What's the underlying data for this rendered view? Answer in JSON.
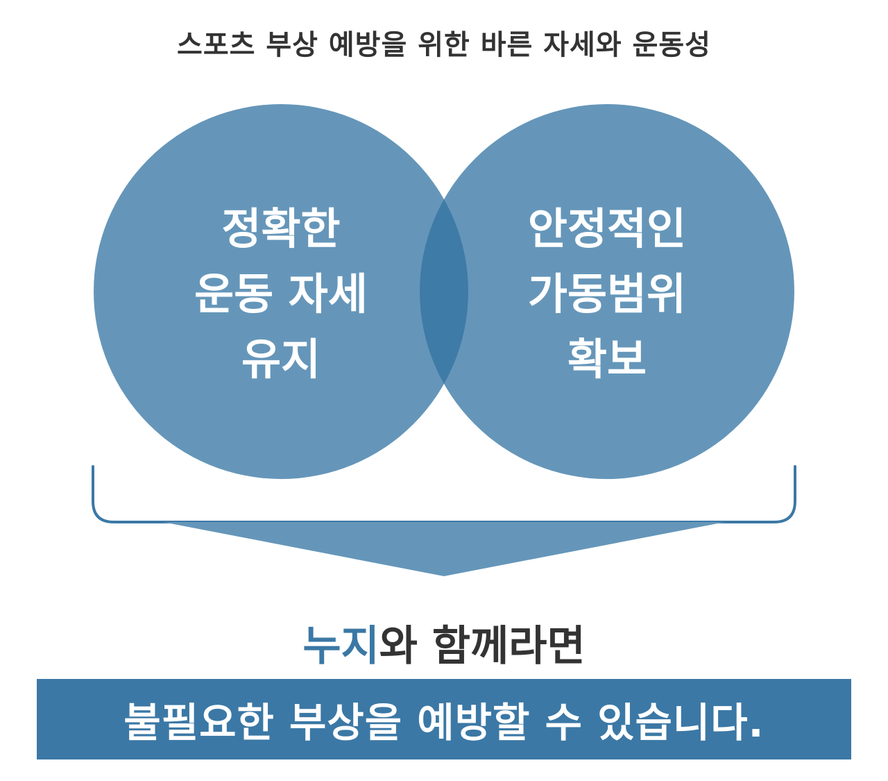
{
  "title": "스포츠 부상 예방을 위한 바른 자세와 운동성",
  "circles": {
    "left": {
      "lines": [
        "정확한",
        "운동 자세",
        "유지"
      ]
    },
    "right": {
      "lines": [
        "안정적인",
        "가동범위",
        "확보"
      ]
    }
  },
  "headline": {
    "brand": "누지",
    "rest": "와 함께라면"
  },
  "banner": {
    "text": "불필요한 부상을 예방할 수 있습니다."
  },
  "colors": {
    "circle_fill": "#6596b9",
    "overlap_fill": "#3f7ba7",
    "bracket_stroke": "#3b78a5",
    "brand_text": "#3b78a5",
    "banner_bg": "#3b78a5",
    "title_text": "#333333"
  }
}
